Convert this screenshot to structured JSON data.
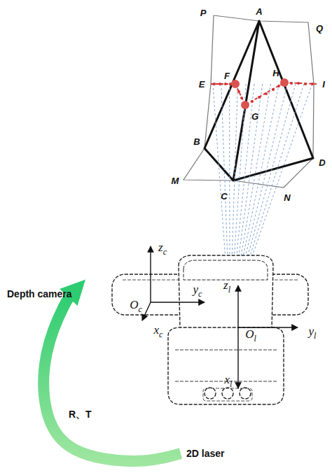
{
  "diagram": {
    "nodes": [
      {
        "text": [
          "Depth camera"
        ]
      },
      {
        "text": [
          "2D laser"
        ]
      }
    ],
    "edges": [
      {
        "from": 1,
        "to": 0,
        "arrow": "to",
        "label": "R、T"
      }
    ],
    "labels": [
      "P",
      "A",
      "Q",
      "E",
      "F",
      "H",
      "I",
      "G",
      "B",
      "C",
      "M",
      "N",
      "D",
      "zc",
      "Oc",
      "yc",
      "xc",
      "zl",
      "Ol",
      "yl",
      "xl"
    ]
  }
}
